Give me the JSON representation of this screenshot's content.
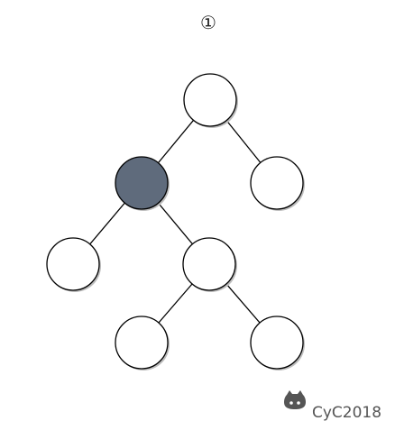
{
  "step_label": "①",
  "watermark": {
    "text": "CyC2018",
    "icon": "github-octocat-icon"
  },
  "colors": {
    "node_fill": "#ffffff",
    "node_stroke": "#000000",
    "highlight_fill": "#5f6b7c",
    "edge": "#000000",
    "watermark": "#555555"
  },
  "tree": {
    "highlighted_node": "node-left",
    "nodes": [
      "node-root",
      "node-left",
      "node-right",
      "node-left-left",
      "node-left-right",
      "node-left-right-left",
      "node-left-right-right"
    ],
    "edges": [
      [
        "node-root",
        "node-left"
      ],
      [
        "node-root",
        "node-right"
      ],
      [
        "node-left",
        "node-left-left"
      ],
      [
        "node-left",
        "node-left-right"
      ],
      [
        "node-left-right",
        "node-left-right-left"
      ],
      [
        "node-left-right",
        "node-left-right-right"
      ]
    ]
  }
}
